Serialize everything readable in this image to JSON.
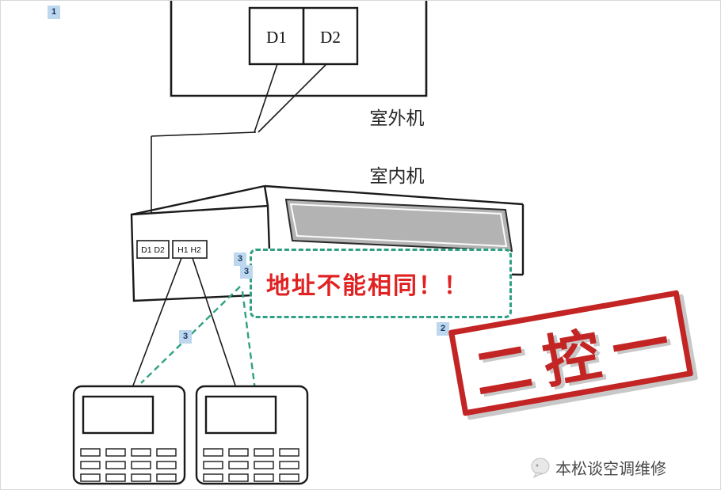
{
  "markers": [
    "1",
    "3",
    "3",
    "3",
    "2"
  ],
  "diagram": {
    "outdoor_unit": {
      "label": "室外机",
      "terminal_d1": "D1",
      "terminal_d2": "D2"
    },
    "indoor_unit": {
      "label": "室内机",
      "terminal_d1d2": "D1 D2",
      "terminal_h1h2": "H1 H2"
    },
    "callout_text": "地址不能相同！！",
    "stamp_text": "二控一",
    "watermark_text": "本松谈空调维修"
  },
  "colors": {
    "line": "#1a1a1a",
    "annotation_green": "#2fa084",
    "warning_red": "#e02222",
    "stamp_red": "#c32424",
    "marker_bg": "#bdd7ee",
    "marker_text": "#17365d",
    "grille_gray": "#b3b3b3"
  }
}
